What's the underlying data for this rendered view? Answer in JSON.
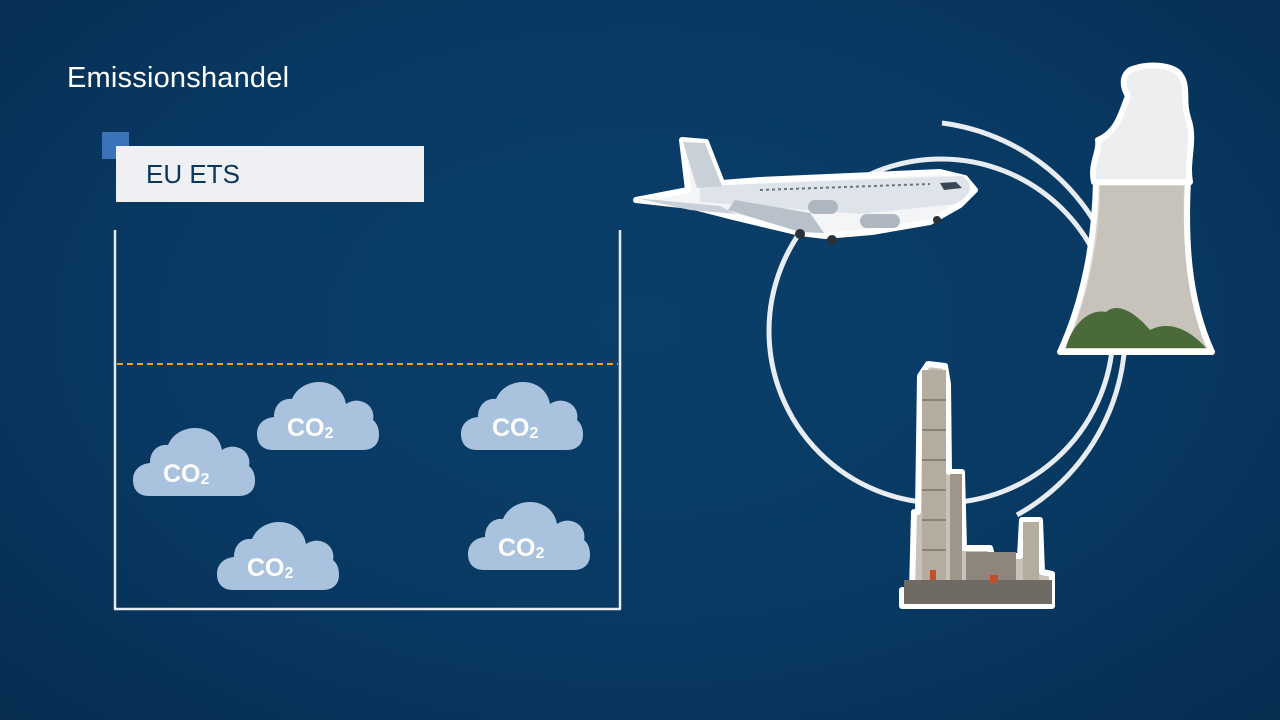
{
  "header": {
    "title": "Emissionshandel"
  },
  "scheme": {
    "label": "EU ETS"
  },
  "cap_container": {
    "line_color": "#ffffff",
    "cap_line_color": "#f0a020",
    "clouds": [
      {
        "label": "CO",
        "subscript": "2"
      },
      {
        "label": "CO",
        "subscript": "2"
      },
      {
        "label": "CO",
        "subscript": "2"
      },
      {
        "label": "CO",
        "subscript": "2"
      },
      {
        "label": "CO",
        "subscript": "2"
      }
    ]
  },
  "sectors": {
    "items": [
      {
        "icon": "airplane-icon"
      },
      {
        "icon": "cooling-tower-icon"
      },
      {
        "icon": "refinery-icon"
      }
    ]
  },
  "colors": {
    "background": "#083963",
    "cloud": "#a9c3df",
    "accent": "#3a73b8"
  }
}
